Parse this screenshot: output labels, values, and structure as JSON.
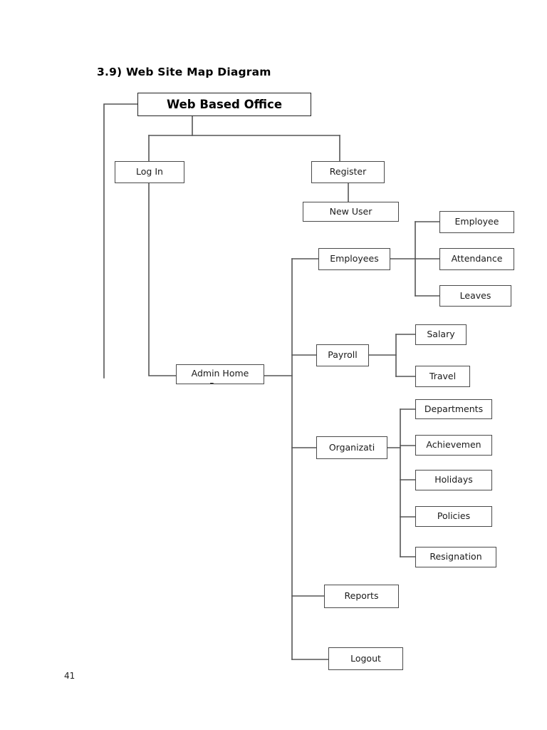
{
  "document": {
    "section_title": "3.9) Web Site Map Diagram",
    "page_number": "41"
  },
  "colors": {
    "page_background": "#ffffff",
    "box_border": "#4a4a4a",
    "root_box_border": "#222222",
    "connector_line": "#555555",
    "text": "#1a1a1a",
    "title_text": "#000000"
  },
  "diagram": {
    "type": "site-map-tree",
    "root": {
      "label": "Web Based Office"
    },
    "level2": [
      {
        "label": "Log In"
      },
      {
        "label": "Register"
      }
    ],
    "register_children": [
      {
        "label": "New User"
      }
    ],
    "admin": {
      "label": "Admin Home Page"
    },
    "admin_children": [
      {
        "label": "Employees",
        "children": [
          {
            "label": "Employee"
          },
          {
            "label": "Attendance"
          },
          {
            "label": "Leaves"
          }
        ]
      },
      {
        "label": "Payroll",
        "children": [
          {
            "label": "Salary"
          },
          {
            "label": "Travel"
          }
        ]
      },
      {
        "label": "Organizati",
        "children": [
          {
            "label": "Departments"
          },
          {
            "label": "Achievemen"
          },
          {
            "label": "Holidays"
          },
          {
            "label": "Policies"
          },
          {
            "label": "Resignation"
          }
        ]
      },
      {
        "label": "Reports",
        "children": []
      },
      {
        "label": "Logout",
        "children": []
      }
    ]
  }
}
